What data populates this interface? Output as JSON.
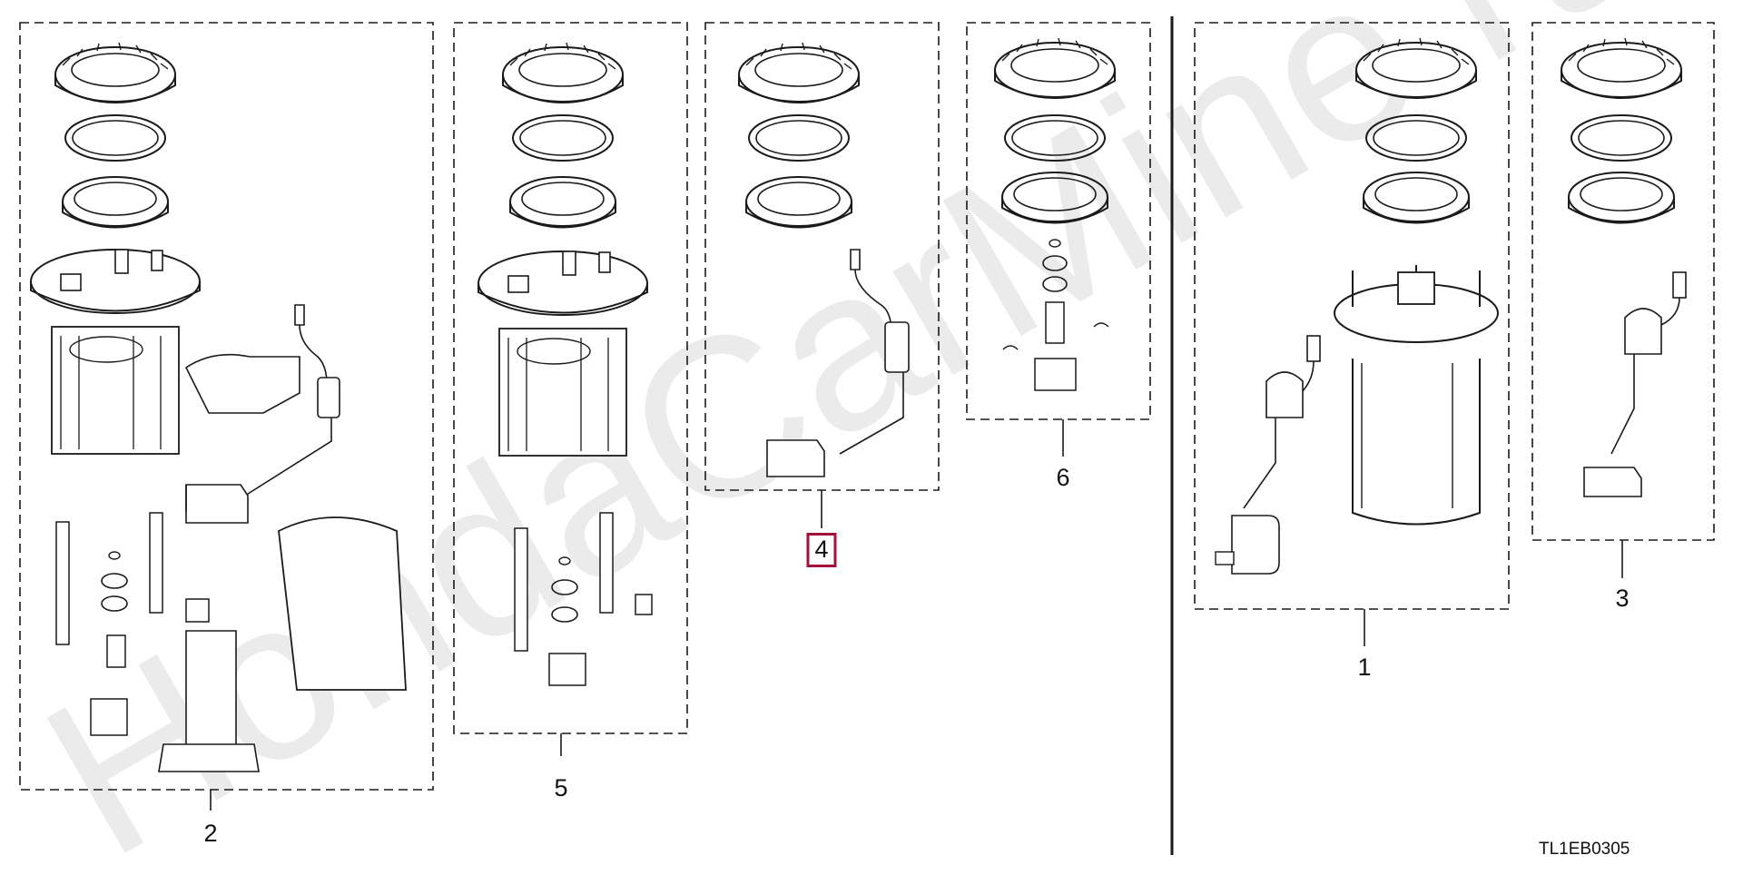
{
  "diagram": {
    "callouts": [
      {
        "number": "2",
        "highlighted": false
      },
      {
        "number": "5",
        "highlighted": false
      },
      {
        "number": "4",
        "highlighted": true
      },
      {
        "number": "6",
        "highlighted": false
      },
      {
        "number": "1",
        "highlighted": false
      },
      {
        "number": "3",
        "highlighted": false
      }
    ],
    "drawing_code": "TL1EB0305",
    "watermark": "HondaCarMine.ru",
    "colors": {
      "line": "#1a1a1a",
      "highlight": "#a3123a",
      "watermark": "#e8e8e8"
    }
  }
}
